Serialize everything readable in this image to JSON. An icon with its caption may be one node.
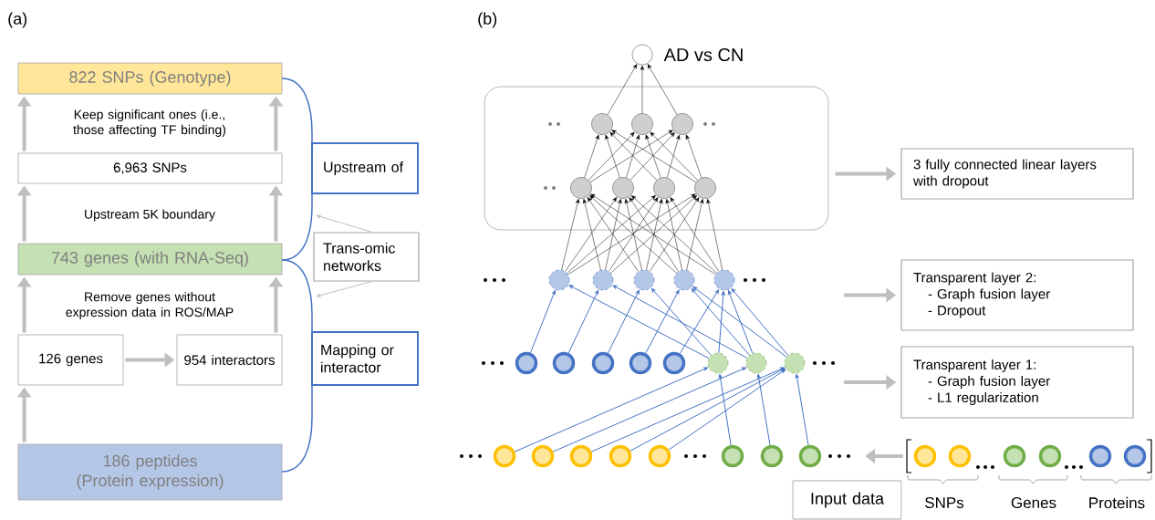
{
  "diagram": {
    "nodes": [
      {
        "text": [
          "822 SNPs (Genotype)"
        ]
      },
      {
        "text": [
          "6,963 SNPs"
        ]
      },
      {
        "text": [
          "743 genes (with RNA-Seq)"
        ]
      },
      {
        "text": [
          "126 genes"
        ]
      },
      {
        "text": [
          "954 interactors"
        ]
      },
      {
        "text": [
          "186 peptides (Protein expression)"
        ]
      },
      {
        "text": [
          "Upstream of"
        ]
      },
      {
        "text": [
          "Trans-omic networks"
        ]
      },
      {
        "text": [
          "Mapping or interactor"
        ]
      },
      {
        "text": [],
        "shape": "circle",
        "beside": [
          "AD vs CN"
        ]
      },
      {
        "text": [],
        "shape": "box"
      },
      {
        "text": [],
        "shape": "circle",
        "in": 10
      },
      {
        "text": [],
        "shape": "circle",
        "in": 10
      },
      {
        "text": [],
        "shape": "circle",
        "in": 10
      },
      {
        "text": [],
        "shape": "circle",
        "in": 10
      },
      {
        "text": [],
        "shape": "circle",
        "in": 10
      },
      {
        "text": [],
        "shape": "circle",
        "in": 10
      },
      {
        "text": [],
        "shape": "circle",
        "in": 10
      },
      {
        "text": [],
        "shape": "circle"
      },
      {
        "text": [],
        "shape": "circle"
      },
      {
        "text": [],
        "shape": "circle"
      },
      {
        "text": [],
        "shape": "circle"
      },
      {
        "text": [],
        "shape": "circle"
      },
      {
        "text": [],
        "shape": "circle"
      },
      {
        "text": [],
        "shape": "circle"
      },
      {
        "text": [],
        "shape": "circle"
      },
      {
        "text": [],
        "shape": "circle"
      },
      {
        "text": [],
        "shape": "circle"
      },
      {
        "text": [],
        "shape": "circle"
      },
      {
        "text": [],
        "shape": "circle"
      },
      {
        "text": [],
        "shape": "circle"
      },
      {
        "text": [],
        "shape": "circle"
      },
      {
        "text": [],
        "shape": "circle"
      },
      {
        "text": [],
        "shape": "circle"
      },
      {
        "text": [],
        "shape": "circle"
      },
      {
        "text": [],
        "shape": "circle"
      },
      {
        "text": [],
        "shape": "circle"
      },
      {
        "text": [],
        "shape": "circle"
      },
      {
        "text": [],
        "shape": "circle"
      },
      {
        "text": [
          "3 fully connected linear layers with dropout"
        ]
      },
      {
        "text": [
          "Transparent layer 2:",
          "- Graph fusion layer",
          "- Dropout"
        ]
      },
      {
        "text": [
          "Transparent layer 1:",
          "- Graph fusion layer",
          "- L1 regularization"
        ]
      },
      {
        "text": [
          "Input data"
        ]
      },
      {
        "text": [],
        "shape": "circle"
      },
      {
        "text": [],
        "shape": "circle"
      },
      {
        "text": [],
        "shape": "circle"
      },
      {
        "text": [],
        "shape": "circle"
      },
      {
        "text": [],
        "shape": "circle"
      },
      {
        "text": [],
        "shape": "circle"
      },
      {
        "text": [],
        "shape": "bracket"
      },
      {
        "text": [],
        "shape": "bracket"
      }
    ],
    "edges": [
      {
        "from": 1,
        "to": 0,
        "arrow": "to",
        "style": "thick",
        "color": "#bfbfbf"
      },
      {
        "from": 1,
        "to": 0,
        "arrow": "to",
        "style": "thick",
        "color": "#bfbfbf"
      },
      {
        "from": 2,
        "to": 1,
        "arrow": "to",
        "style": "thick",
        "color": "#bfbfbf"
      },
      {
        "from": 2,
        "to": 1,
        "arrow": "to",
        "style": "thick",
        "color": "#bfbfbf"
      },
      {
        "from": 3,
        "to": 2,
        "arrow": "to",
        "style": "thick",
        "color": "#bfbfbf"
      },
      {
        "from": 4,
        "to": 2,
        "arrow": "to",
        "style": "thick",
        "color": "#bfbfbf"
      },
      {
        "from": 5,
        "to": 3,
        "arrow": "to",
        "style": "thick",
        "color": "#bfbfbf"
      },
      {
        "from": 3,
        "to": 4,
        "arrow": "to",
        "style": "thick",
        "color": "#bfbfbf"
      },
      {
        "from": 7,
        "to": 49,
        "arrow": "to",
        "color": "#bfbfbf"
      },
      {
        "from": 7,
        "to": 50,
        "arrow": "to",
        "color": "#bfbfbf"
      },
      {
        "from": 11,
        "to": 9,
        "arrow": "to"
      },
      {
        "from": 12,
        "to": 9,
        "arrow": "to"
      },
      {
        "from": 13,
        "to": 9,
        "arrow": "to"
      },
      {
        "from": 14,
        "to": 11,
        "arrow": "to"
      },
      {
        "from": 14,
        "to": 12,
        "arrow": "to"
      },
      {
        "from": 14,
        "to": 13,
        "arrow": "to"
      },
      {
        "from": 15,
        "to": 11,
        "arrow": "to"
      },
      {
        "from": 15,
        "to": 12,
        "arrow": "to"
      },
      {
        "from": 15,
        "to": 13,
        "arrow": "to"
      },
      {
        "from": 16,
        "to": 11,
        "arrow": "to"
      },
      {
        "from": 16,
        "to": 12,
        "arrow": "to"
      },
      {
        "from": 16,
        "to": 13,
        "arrow": "to"
      },
      {
        "from": 17,
        "to": 11,
        "arrow": "to"
      },
      {
        "from": 17,
        "to": 12,
        "arrow": "to"
      },
      {
        "from": 17,
        "to": 13,
        "arrow": "to"
      },
      {
        "from": 18,
        "to": 14,
        "arrow": "to"
      },
      {
        "from": 18,
        "to": 15,
        "arrow": "to"
      },
      {
        "from": 18,
        "to": 16,
        "arrow": "to"
      },
      {
        "from": 18,
        "to": 17,
        "arrow": "to"
      },
      {
        "from": 19,
        "to": 14,
        "arrow": "to"
      },
      {
        "from": 19,
        "to": 15,
        "arrow": "to"
      },
      {
        "from": 19,
        "to": 16,
        "arrow": "to"
      },
      {
        "from": 19,
        "to": 17,
        "arrow": "to"
      },
      {
        "from": 20,
        "to": 14,
        "arrow": "to"
      },
      {
        "from": 20,
        "to": 15,
        "arrow": "to"
      },
      {
        "from": 20,
        "to": 16,
        "arrow": "to"
      },
      {
        "from": 20,
        "to": 17,
        "arrow": "to"
      },
      {
        "from": 21,
        "to": 14,
        "arrow": "to"
      },
      {
        "from": 21,
        "to": 15,
        "arrow": "to"
      },
      {
        "from": 21,
        "to": 16,
        "arrow": "to"
      },
      {
        "from": 21,
        "to": 17,
        "arrow": "to"
      },
      {
        "from": 22,
        "to": 14,
        "arrow": "to"
      },
      {
        "from": 22,
        "to": 15,
        "arrow": "to"
      },
      {
        "from": 22,
        "to": 16,
        "arrow": "to"
      },
      {
        "from": 22,
        "to": 17,
        "arrow": "to"
      },
      {
        "from": 23,
        "to": 18,
        "arrow": "to",
        "color": "#4472c4"
      },
      {
        "from": 24,
        "to": 19,
        "arrow": "to",
        "color": "#4472c4"
      },
      {
        "from": 25,
        "to": 20,
        "arrow": "to",
        "color": "#4472c4"
      },
      {
        "from": 26,
        "to": 21,
        "arrow": "to",
        "color": "#4472c4"
      },
      {
        "from": 27,
        "to": 22,
        "arrow": "to",
        "color": "#4472c4"
      },
      {
        "from": 28,
        "to": 18,
        "arrow": "to",
        "color": "#4472c4"
      },
      {
        "from": 28,
        "to": 20,
        "arrow": "to",
        "color": "#4472c4"
      },
      {
        "from": 28,
        "to": 22,
        "arrow": "to",
        "color": "#4472c4"
      },
      {
        "from": 29,
        "to": 19,
        "arrow": "to",
        "color": "#4472c4"
      },
      {
        "from": 29,
        "to": 21,
        "arrow": "to",
        "color": "#4472c4"
      },
      {
        "from": 29,
        "to": 22,
        "arrow": "to",
        "color": "#4472c4"
      },
      {
        "from": 30,
        "to": 21,
        "arrow": "to",
        "color": "#4472c4"
      },
      {
        "from": 30,
        "to": 22,
        "arrow": "to",
        "color": "#4472c4"
      },
      {
        "from": 31,
        "to": 28,
        "arrow": "to",
        "color": "#4472c4"
      },
      {
        "from": 32,
        "to": 29,
        "arrow": "to",
        "color": "#4472c4"
      },
      {
        "from": 33,
        "to": 30,
        "arrow": "to",
        "color": "#4472c4"
      },
      {
        "from": 34,
        "to": 30,
        "arrow": "to",
        "color": "#4472c4"
      },
      {
        "from": 35,
        "to": 30,
        "arrow": "to",
        "color": "#4472c4"
      },
      {
        "from": 36,
        "to": 28,
        "arrow": "to",
        "color": "#4472c4"
      },
      {
        "from": 37,
        "to": 29,
        "arrow": "to",
        "color": "#4472c4"
      },
      {
        "from": 38,
        "to": 30,
        "arrow": "to",
        "color": "#4472c4"
      },
      {
        "from": 10,
        "to": 39,
        "arrow": "to",
        "style": "thick",
        "color": "#bfbfbf"
      },
      {
        "from": null,
        "to": 40,
        "arrow": "to",
        "style": "thick",
        "color": "#bfbfbf"
      },
      {
        "from": null,
        "to": 41,
        "arrow": "to",
        "style": "thick",
        "color": "#bfbfbf"
      },
      {
        "from": 43,
        "to": null,
        "arrow": "to",
        "style": "thick",
        "color": "#bfbfbf"
      }
    ],
    "labels": [
      "(a)",
      "(b)",
      "Keep significant ones (i.e., those affecting TF binding)",
      "Upstream 5K boundary",
      "Remove genes without expression data in ROS/MAP",
      "SNPs",
      "Genes",
      "Proteins"
    ]
  }
}
